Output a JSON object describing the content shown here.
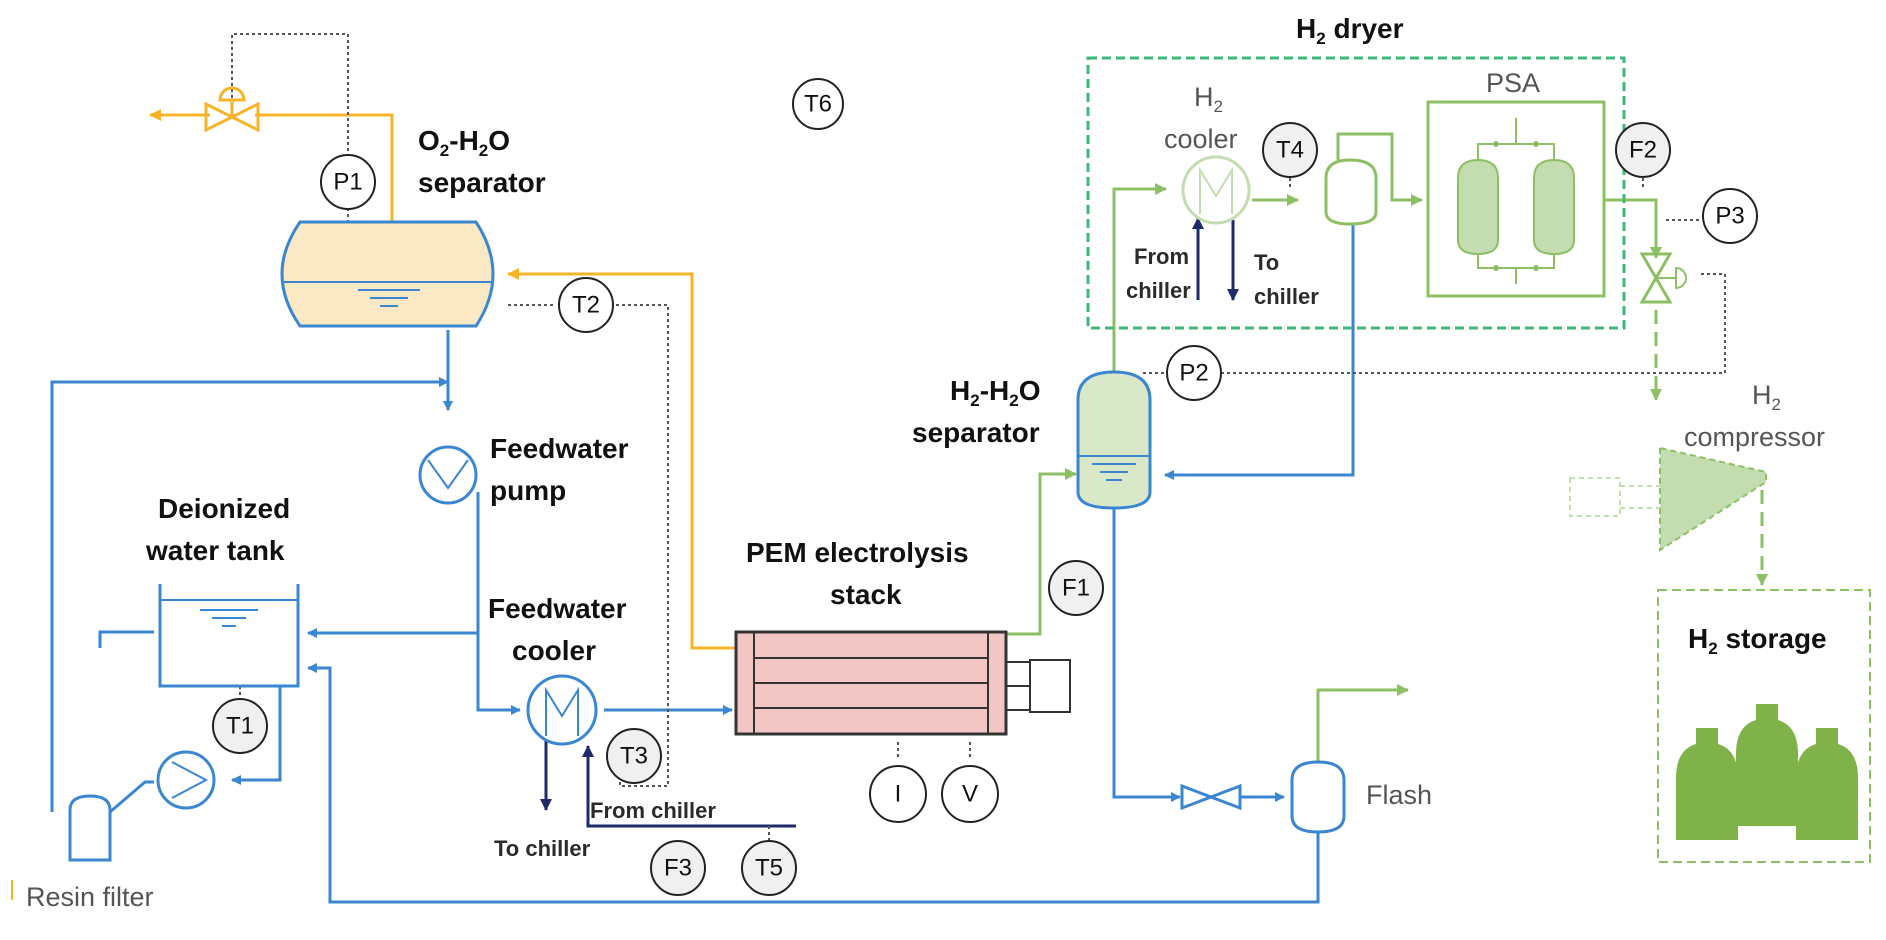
{
  "labels": {
    "o2_sep_a": "O",
    "o2_sep_a_sub": "2",
    "o2_sep_b": "-H",
    "o2_sep_b_sub": "2",
    "o2_sep_c": "O",
    "o2_sep_line2": "separator",
    "h2_dryer_a": "H",
    "h2_dryer_sub": "2",
    "h2_dryer_b": " dryer",
    "h2_cooler_a": "H",
    "h2_cooler_sub": "2",
    "h2_cooler_line2": "cooler",
    "psa": "PSA",
    "h2_sep_a": "H",
    "h2_sep_a_sub": "2",
    "h2_sep_b": "-H",
    "h2_sep_b_sub": "2",
    "h2_sep_c": "O",
    "h2_sep_line2": "separator",
    "h2_comp_a": "H",
    "h2_comp_sub": "2",
    "h2_comp_line2": "compressor",
    "h2_storage_a": "H",
    "h2_storage_sub": "2",
    "h2_storage_b": " storage",
    "feedwater_pump_1": "Feedwater",
    "feedwater_pump_2": "pump",
    "deionized_1": "Deionized",
    "deionized_2": "water tank",
    "feedwater_cooler_1": "Feedwater",
    "feedwater_cooler_2": "cooler",
    "pem_1": "PEM electrolysis",
    "pem_2": "stack",
    "from_chiller_1": "From",
    "from_chiller_2": "chiller",
    "to_chiller_1": "To",
    "to_chiller_2": "chiller",
    "from_chiller_low": "From chiller",
    "to_chiller_low": "To chiller",
    "flash": "Flash",
    "resin_filter": "Resin filter"
  },
  "instruments": {
    "t6": "T6",
    "p1": "P1",
    "t2": "T2",
    "t4": "T4",
    "f2": "F2",
    "p3": "P3",
    "p2": "P2",
    "f1": "F1",
    "t1": "T1",
    "t3": "T3",
    "i": "I",
    "v": "V",
    "f3": "F3",
    "t5": "T5"
  },
  "colors": {
    "water_line": "#3b86d0",
    "oxygen_line": "#f7b429",
    "hydrogen_line": "#8dbf64",
    "chiller_line": "#1f2a6b",
    "dryer_border": "#3cb878",
    "stack_fill": "#f3c6c6",
    "o2_separator_fill": "#fbe9c5"
  }
}
